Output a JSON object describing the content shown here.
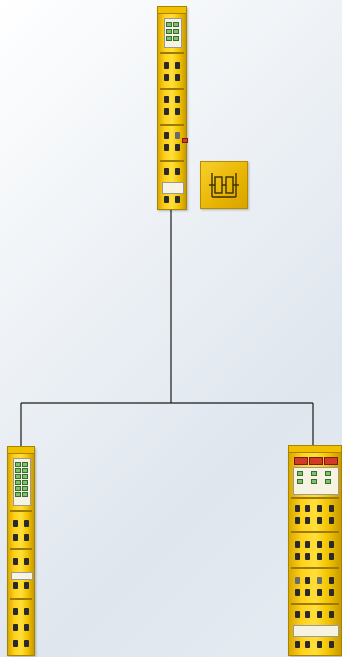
{
  "diagram": {
    "nodes": [
      {
        "id": "top-terminal",
        "kind": "io-terminal"
      },
      {
        "id": "badge",
        "kind": "safety-function-icon",
        "icon": "contact-block-icon"
      },
      {
        "id": "left-terminal",
        "kind": "io-terminal"
      },
      {
        "id": "right-terminal",
        "kind": "io-terminal",
        "accent": "#d23a2a"
      }
    ],
    "edges": [
      {
        "from": "top-terminal",
        "to": "left-terminal"
      },
      {
        "from": "top-terminal",
        "to": "right-terminal"
      }
    ],
    "colors": {
      "terminal_yellow": "#ffd21a",
      "line": "#1a1a1a",
      "background": "#e6ecf2"
    }
  }
}
